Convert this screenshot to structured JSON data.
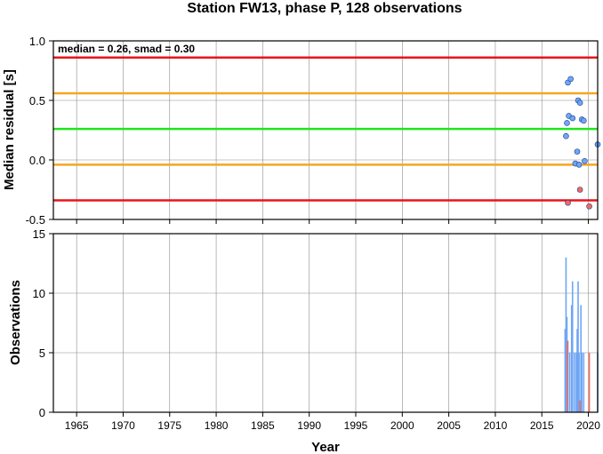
{
  "chart_data": [
    {
      "type": "scatter",
      "title": "Station FW13, phase P, 128 observations",
      "annotation": "median = 0.26, smad = 0.30",
      "ylabel": "Median residual [s]",
      "xlim": [
        1962.5,
        2021
      ],
      "ylim": [
        -0.5,
        1.0
      ],
      "yticks": [
        -0.5,
        0.0,
        0.5,
        1.0
      ],
      "ytick_labels": [
        "-0.5",
        "0.0",
        "0.5",
        "1.0"
      ],
      "grid": true,
      "reference_lines": [
        {
          "y": 0.86,
          "color": "#e8141b"
        },
        {
          "y": 0.56,
          "color": "#f5a623"
        },
        {
          "y": 0.26,
          "color": "#1ee61e"
        },
        {
          "y": -0.04,
          "color": "#f5a623"
        },
        {
          "y": -0.34,
          "color": "#e8141b"
        }
      ],
      "series": [
        {
          "color": "#6fa6f5",
          "points": [
            [
              2017.6,
              0.2
            ],
            [
              2017.7,
              0.31
            ],
            [
              2017.8,
              0.65
            ],
            [
              2017.9,
              0.37
            ],
            [
              2018.1,
              0.68
            ],
            [
              2018.3,
              0.35
            ],
            [
              2018.6,
              -0.03
            ],
            [
              2018.8,
              0.07
            ],
            [
              2018.9,
              0.5
            ],
            [
              2019.0,
              -0.04
            ],
            [
              2019.1,
              0.48
            ],
            [
              2019.3,
              0.34
            ],
            [
              2019.5,
              0.33
            ],
            [
              2019.6,
              -0.01
            ],
            [
              2021.0,
              0.13
            ]
          ]
        },
        {
          "color": "#f4695d",
          "points": [
            [
              2017.8,
              -0.36
            ],
            [
              2019.1,
              -0.25
            ],
            [
              2020.1,
              -0.39
            ]
          ]
        }
      ]
    },
    {
      "type": "bar",
      "xlabel": "Year",
      "ylabel": "Observations",
      "xlim": [
        1962.5,
        2021
      ],
      "ylim": [
        0,
        15
      ],
      "xticks": [
        1965,
        1970,
        1975,
        1980,
        1985,
        1990,
        1995,
        2000,
        2005,
        2010,
        2015,
        2020
      ],
      "xtick_labels": [
        "1965",
        "1970",
        "1975",
        "1980",
        "1985",
        "1990",
        "1995",
        "2000",
        "2005",
        "2010",
        "2015",
        "2020"
      ],
      "yticks": [
        0,
        5,
        10,
        15
      ],
      "ytick_labels": [
        "0",
        "5",
        "10",
        "15"
      ],
      "grid": true,
      "series": [
        {
          "color": "#6fa6f5",
          "bars": [
            [
              2017.5,
              7
            ],
            [
              2017.6,
              13
            ],
            [
              2017.7,
              8
            ],
            [
              2017.8,
              6
            ],
            [
              2018.0,
              5
            ],
            [
              2018.2,
              9
            ],
            [
              2018.3,
              11
            ],
            [
              2018.5,
              5
            ],
            [
              2018.7,
              5
            ],
            [
              2018.8,
              7
            ],
            [
              2018.9,
              11
            ],
            [
              2019.0,
              5
            ],
            [
              2019.2,
              9
            ],
            [
              2019.3,
              5
            ],
            [
              2019.5,
              5
            ],
            [
              2021.0,
              5
            ]
          ]
        },
        {
          "color": "#f4695d",
          "bars": [
            [
              2017.75,
              6
            ],
            [
              2019.1,
              1
            ],
            [
              2020.1,
              5
            ]
          ]
        }
      ]
    }
  ]
}
